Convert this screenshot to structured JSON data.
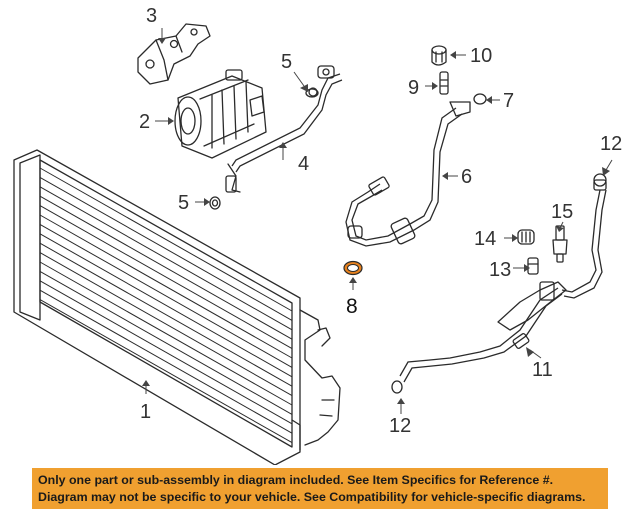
{
  "callouts": {
    "c1": "1",
    "c2": "2",
    "c3": "3",
    "c4": "4",
    "c5a": "5",
    "c5b": "5",
    "c6": "6",
    "c7": "7",
    "c8": "8",
    "c9": "9",
    "c10": "10",
    "c11": "11",
    "c12a": "12",
    "c12b": "12",
    "c13": "13",
    "c14": "14",
    "c15": "15"
  },
  "banner": {
    "line1": "Only one part or sub-assembly in diagram included. See Item Specifics for Reference #.",
    "line2": "Diagram may not be specific to your vehicle. See Compatibility for vehicle-specific diagrams."
  },
  "colors": {
    "banner_bg": "#f0a030",
    "highlight_ring": "#e8821e",
    "line_art": "#2b2b2b"
  }
}
